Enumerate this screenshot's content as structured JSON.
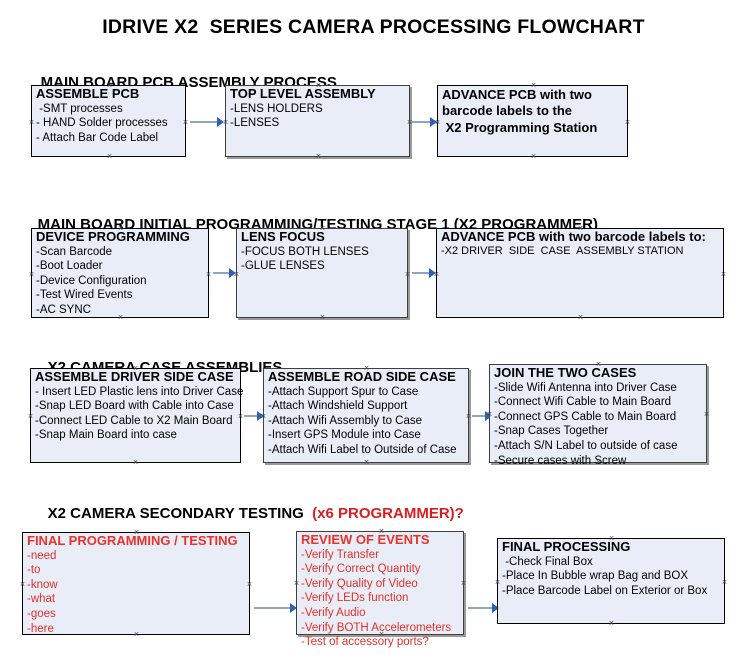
{
  "document": {
    "title": "IDRIVE X2  SERIES CAMERA PROCESSING FLOWCHART"
  },
  "sections": [
    {
      "id": "main-board-pcb-assembly",
      "heading": "MAIN BOARD PCB ASSEMBLY PROCESS",
      "heading_accent": "",
      "boxes": [
        {
          "id": "assemble-pcb",
          "title": "ASSEMBLE PCB",
          "lines": [
            " -SMT processes",
            "- HAND Solder processes",
            "- Attach Bar Code Label"
          ]
        },
        {
          "id": "top-level-assembly",
          "title": "TOP LEVEL ASSEMBLY",
          "lines": [
            "-LENS HOLDERS",
            "-LENSES"
          ]
        },
        {
          "id": "advance-pcb-programming-station",
          "title": "ADVANCE PCB with two\nbarcode labels to the\n X2 Programming Station",
          "lines": []
        }
      ]
    },
    {
      "id": "main-board-initial-programming",
      "heading": "MAIN BOARD INITIAL PROGRAMMING/TESTING STAGE 1 (X2 PROGRAMMER)",
      "heading_accent": "",
      "boxes": [
        {
          "id": "device-programming",
          "title": "DEVICE PROGRAMMING",
          "lines": [
            "-Scan Barcode",
            "-Boot Loader",
            "-Device Configuration",
            "-Test Wired Events",
            "-AC SYNC"
          ]
        },
        {
          "id": "lens-focus",
          "title": "LENS FOCUS",
          "lines": [
            "-FOCUS BOTH LENSES",
            "-GLUE LENSES"
          ]
        },
        {
          "id": "advance-pcb-driver-side-case",
          "title": "ADVANCE PCB with two barcode labels to:",
          "lines": [
            "-X2 DRIVER  SIDE  CASE  ASSEMBLY STATION"
          ]
        }
      ]
    },
    {
      "id": "x2-camera-case-assemblies",
      "heading": "X2 CAMERA CASE ASSEMBLIES",
      "heading_accent": "",
      "boxes": [
        {
          "id": "assemble-driver-side-case",
          "title": "ASSEMBLE DRIVER SIDE CASE",
          "lines": [
            "- Insert LED Plastic lens into Driver Case",
            "-Snap LED Board with Cable into Case",
            "-Connect LED Cable to X2 Main Board",
            "-Snap Main Board into case"
          ]
        },
        {
          "id": "assemble-road-side-case",
          "title": "ASSEMBLE ROAD SIDE CASE",
          "lines": [
            "-Attach Support Spur to Case",
            "-Attach Windshield Support",
            "-Attach Wifi Assembly to Case",
            "-Insert GPS Module into Case",
            "-Attach Wifi Label to Outside of Case"
          ]
        },
        {
          "id": "join-the-two-cases",
          "title": "JOIN THE TWO CASES",
          "lines": [
            "-Slide Wifi Antenna into Driver Case",
            "-Connect Wifi Cable to Main Board",
            "-Connect GPS Cable to Main Board",
            "-Snap Cases Together",
            "-Attach S/N Label to outside of case",
            "-Secure cases with Screw"
          ]
        }
      ]
    },
    {
      "id": "x2-camera-secondary-testing",
      "heading": "X2 CAMERA SECONDARY TESTING  ",
      "heading_accent": "(x6 PROGRAMMER)?",
      "boxes": [
        {
          "id": "final-programming-testing",
          "title": "FINAL PROGRAMMING / TESTING",
          "lines": [
            "-need",
            "-to",
            "-know",
            "-what",
            "-goes",
            "-here"
          ]
        },
        {
          "id": "review-of-events",
          "title": "REVIEW OF EVENTS",
          "lines": [
            "-Verify Transfer",
            "-Verify Correct Quantity",
            "-Verify Quality of Video",
            "-Verify LEDs function",
            "-Verify Audio",
            "-Verify BOTH Accelerometers",
            "-Test of accessory ports?"
          ]
        },
        {
          "id": "final-processing",
          "title": "FINAL PROCESSING",
          "lines": [
            " -Check Final Box",
            "-Place In Bubble wrap Bag and BOX",
            "-Place Barcode Label on Exterior or Box"
          ]
        }
      ]
    }
  ],
  "colors": {
    "box_fill": "#e8edf7",
    "box_border": "#3f3f3f",
    "connector_line": "#8ca7c4",
    "connector_head": "#2f5fbd",
    "accent_red": "#e8342b",
    "text": "#000000"
  }
}
